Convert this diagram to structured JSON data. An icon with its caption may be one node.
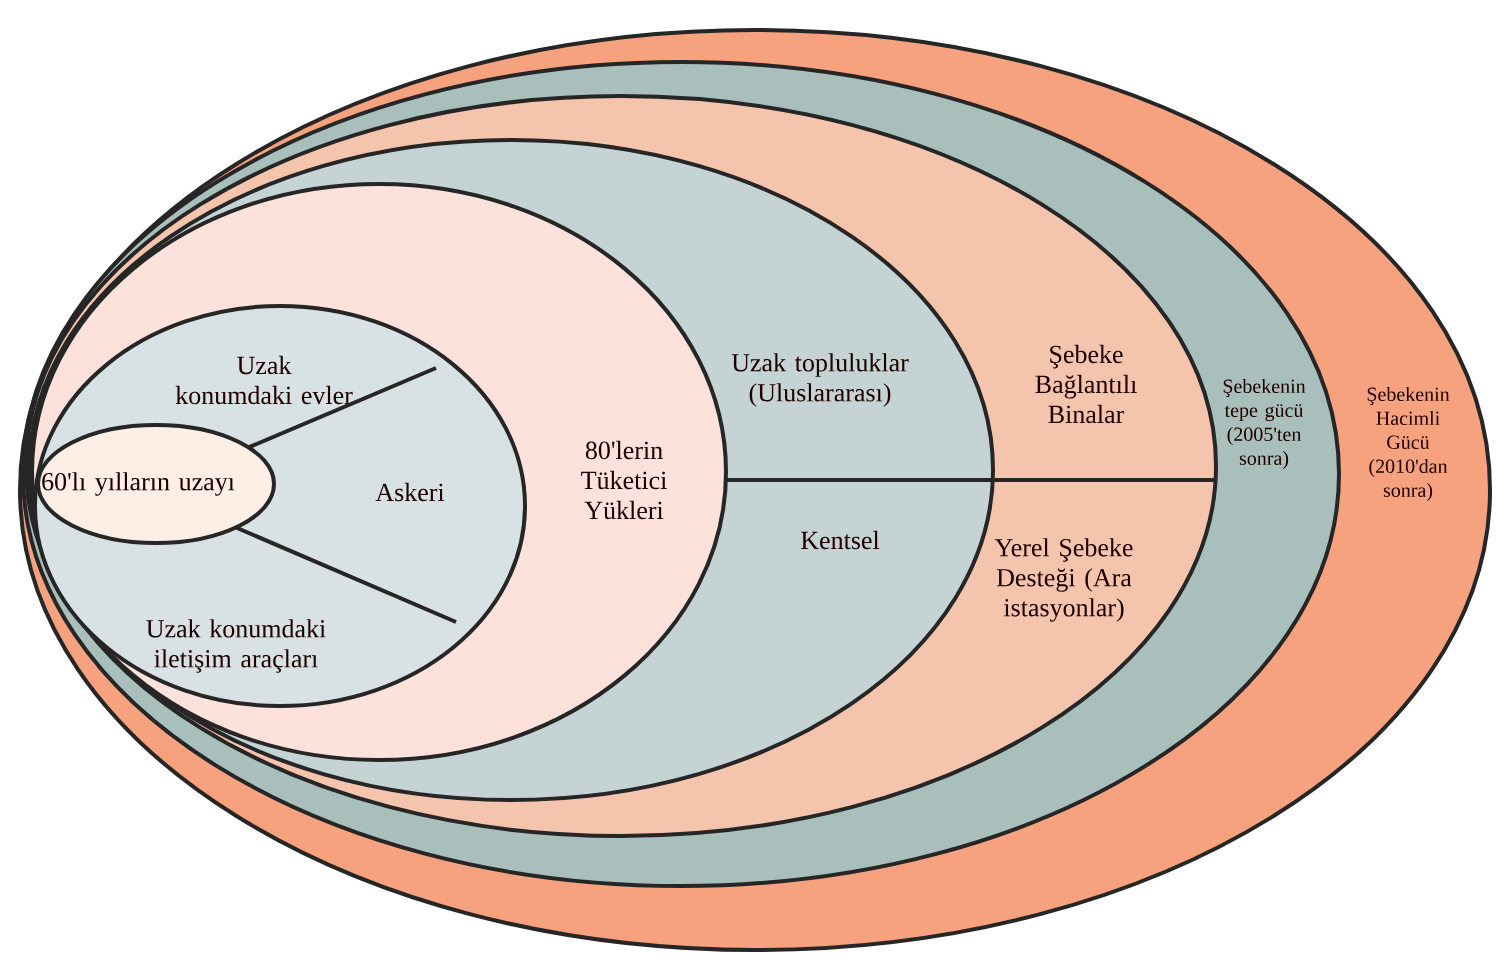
{
  "diagram": {
    "nodes": [
      {
        "text": [
          "Şebekenin Hacimli Gücü (2010'dan sonra)"
        ]
      },
      {
        "text": [
          "Şebekenin tepe gücü (2005'ten sonra)"
        ],
        "in": 0
      },
      {
        "text": [
          "Şebeke Bağlantılı Binalar",
          "Yerel Şebeke Desteği (Ara istasyonlar)"
        ],
        "in": 1
      },
      {
        "text": [
          "Uzak topluluklar (Uluslararası)",
          "Kentsel"
        ],
        "in": 2
      },
      {
        "text": [
          "80'lerin Tüketici Yükleri"
        ],
        "in": 3
      },
      {
        "text": [
          "Uzak konumdaki evler",
          "Askeri",
          "Uzak konumdaki iletişim araçları"
        ],
        "in": 4
      },
      {
        "text": [
          "60'lı yılların uzayı"
        ],
        "in": 5
      }
    ]
  }
}
